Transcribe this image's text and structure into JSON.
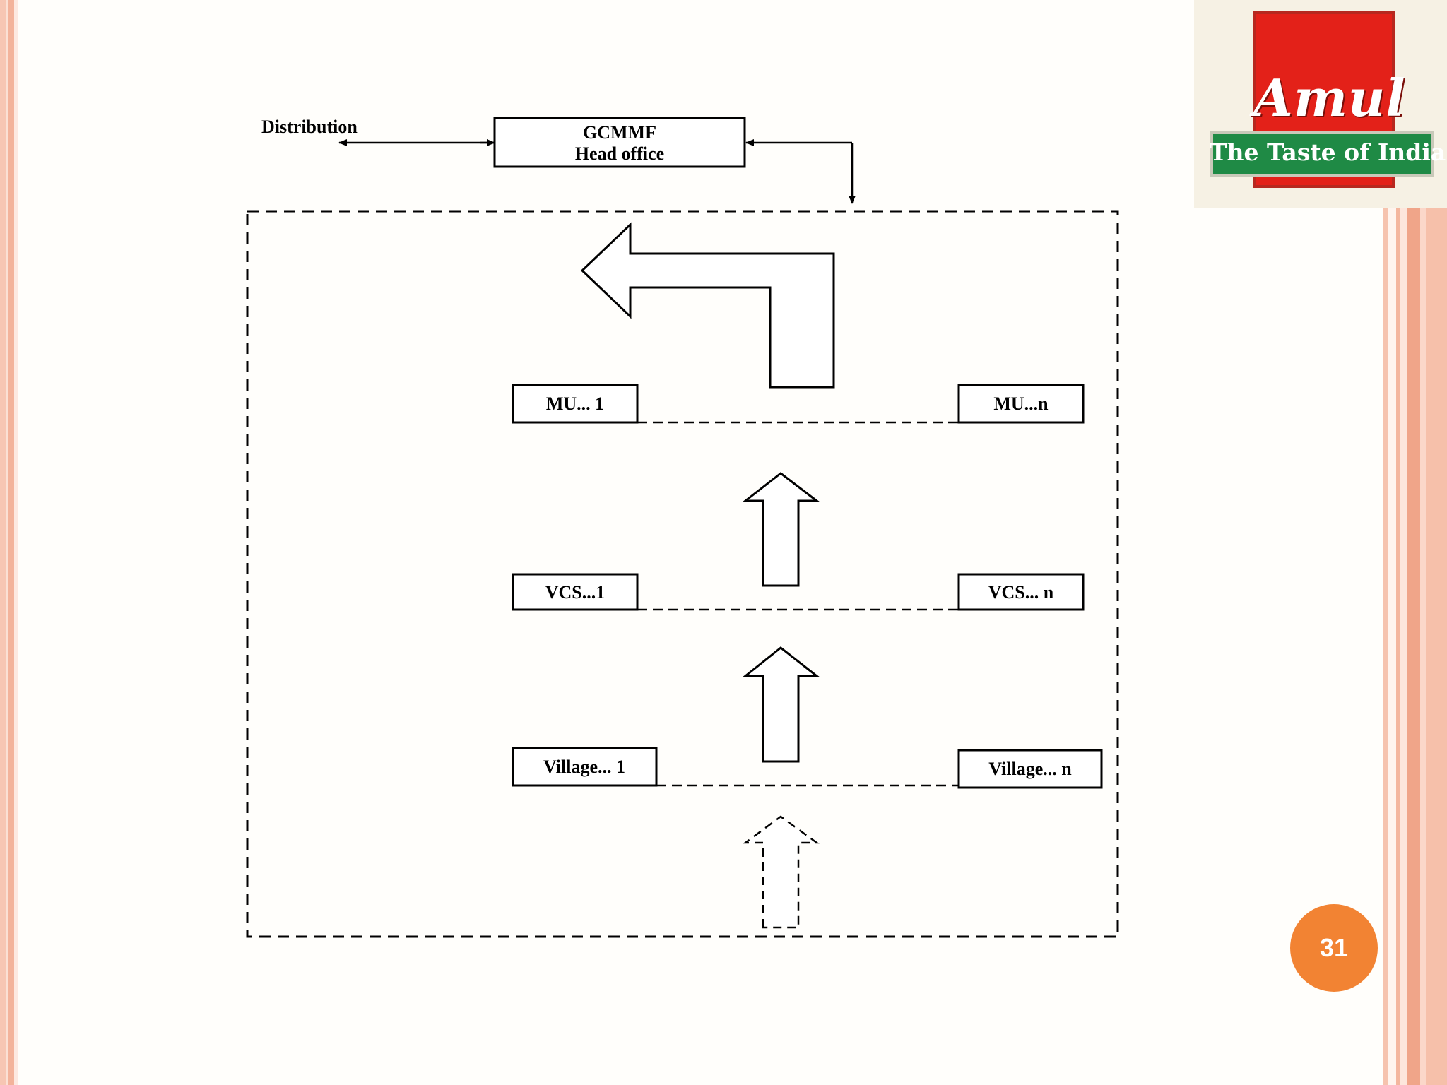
{
  "diagram": {
    "distribution_label": "Distribution",
    "head_office": {
      "line1": "GCMMF",
      "line2": "Head office"
    },
    "mu_first": "MU... 1",
    "mu_last": "MU...n",
    "vcs_first": "VCS...1",
    "vcs_last": "VCS... n",
    "village_first": "Village... 1",
    "village_last": "Village... n"
  },
  "logo": {
    "brand": "Amul",
    "tagline": "The Taste of India",
    "colors": {
      "red": "#e32119",
      "green": "#1f8a45"
    }
  },
  "slide": {
    "page_number": "31",
    "badge_color": "#f28333",
    "border_color": "#f4b69e"
  }
}
